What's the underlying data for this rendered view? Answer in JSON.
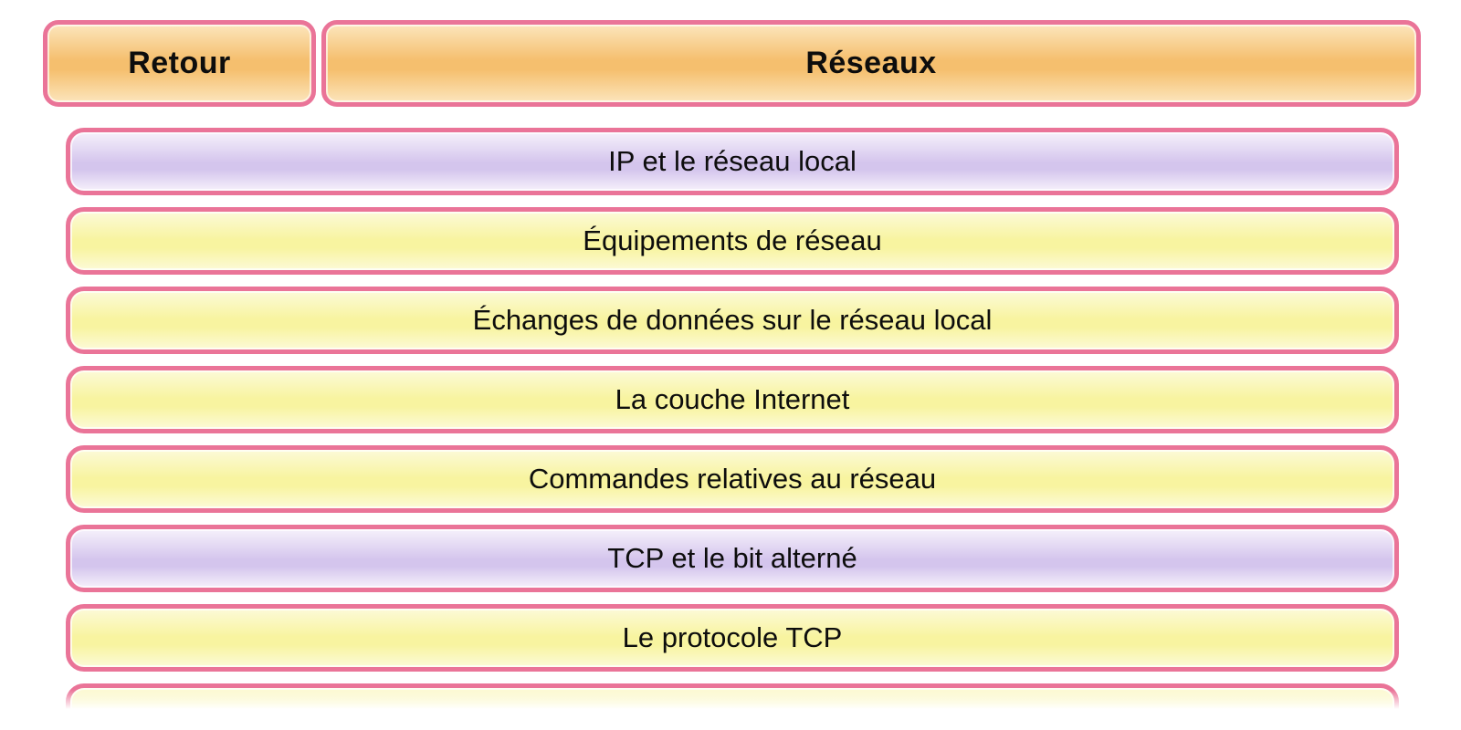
{
  "header": {
    "back_label": "Retour",
    "title": "Réseaux"
  },
  "menu": {
    "items": [
      {
        "label": "IP et le réseau local",
        "variant": "purple",
        "partial": false
      },
      {
        "label": "Équipements de réseau",
        "variant": "yellow",
        "partial": false
      },
      {
        "label": "Échanges de données sur le réseau local",
        "variant": "yellow",
        "partial": false
      },
      {
        "label": "La couche Internet",
        "variant": "yellow",
        "partial": false
      },
      {
        "label": "Commandes relatives au réseau",
        "variant": "yellow",
        "partial": false
      },
      {
        "label": "TCP et le bit alterné",
        "variant": "purple",
        "partial": false
      },
      {
        "label": "Le protocole TCP",
        "variant": "yellow",
        "partial": false
      },
      {
        "label": "",
        "variant": "yellow",
        "partial": true
      }
    ]
  },
  "colors": {
    "border_pink": "#EA7498",
    "orange_light": "#FCE5BC",
    "orange_mid": "#F5BF6E",
    "purple_light": "#F6F1FB",
    "purple_mid": "#D4C5ED",
    "yellow_light": "#FCFAD8",
    "yellow_mid": "#F8F4A0",
    "text": "#0D0D0D",
    "page_bg": "#FFFFFF"
  }
}
